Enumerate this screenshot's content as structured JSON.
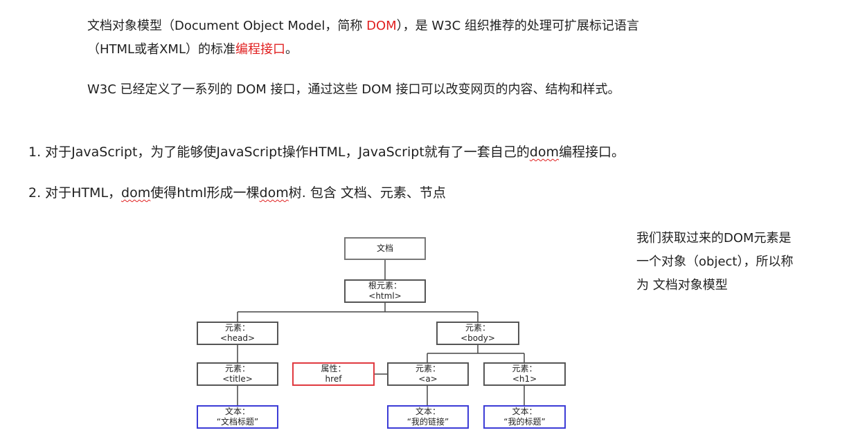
{
  "intro": {
    "line1_prefix": "文档对象模型（Document Object Model，简称 ",
    "line1_red": "DOM",
    "line1_suffix": "），是 W3C 组织推荐的处理可扩展标记语言",
    "line2_prefix": "（HTML或者XML）的标准",
    "line2_red": "编程接口",
    "line2_suffix": "。",
    "para2": "W3C 已经定义了一系列的 DOM 接口，通过这些 DOM 接口可以改变网页的内容、结构和样式。"
  },
  "list": {
    "item1_prefix": "1. 对于JavaScript，为了能够使JavaScript操作HTML，JavaScript就有了一套自己的",
    "item1_squiggle": "dom",
    "item1_suffix": "编程接口。",
    "item2_prefix": "2. 对于HTML，",
    "item2_squiggle1": "dom",
    "item2_mid": "使得html形成一棵",
    "item2_squiggle2": "dom",
    "item2_suffix": "树. 包含 文档、元素、节点"
  },
  "side_note": {
    "line1": "我们获取过来的DOM元素是",
    "line2": "一个对象（object），所以称",
    "line3": "为 文档对象模型"
  },
  "tree": {
    "document": {
      "label": "文档"
    },
    "root": {
      "label": "根元素：",
      "tag": "<html>"
    },
    "head": {
      "label": "元素：",
      "tag": "<head>"
    },
    "body": {
      "label": "元素：",
      "tag": "<body>"
    },
    "title": {
      "label": "元素：",
      "tag": "<title>"
    },
    "attr": {
      "label": "属性：",
      "tag": "href"
    },
    "a": {
      "label": "元素：",
      "tag": "<a>"
    },
    "h1": {
      "label": "元素：",
      "tag": "<h1>"
    },
    "text_title": {
      "label": "文本：",
      "value": "“文档标题”"
    },
    "text_a": {
      "label": "文本：",
      "value": "“我的链接”"
    },
    "text_h1": {
      "label": "文本：",
      "value": "“我的标题”"
    }
  }
}
